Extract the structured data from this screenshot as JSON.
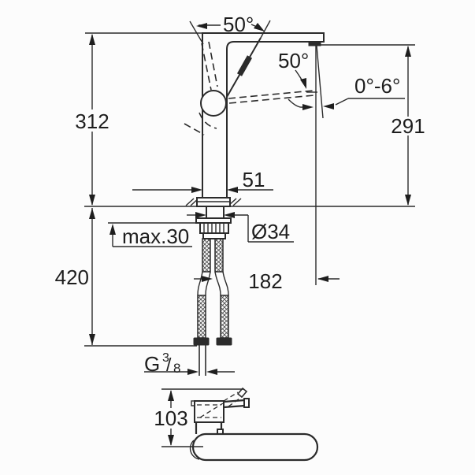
{
  "drawing": {
    "title": "faucet-installation-dimension-drawing",
    "colors": {
      "line": "#2b2b2b",
      "background": "#fcfcfc",
      "text": "#1e1e1e"
    },
    "dims": {
      "height_total": "312",
      "height_outlet": "291",
      "install_depth": "420",
      "body_width": "51",
      "reach": "182",
      "counter_thickness": "max.30",
      "hole_diameter": "Ø34",
      "angle_lever_open": "50°",
      "angle_lever_swing": "50°",
      "angle_spout_tilt": "0°-6°",
      "side_height": "103",
      "thread_g": "G",
      "thread_numerator": "3",
      "thread_slash": "/",
      "thread_denominator": "8"
    }
  }
}
